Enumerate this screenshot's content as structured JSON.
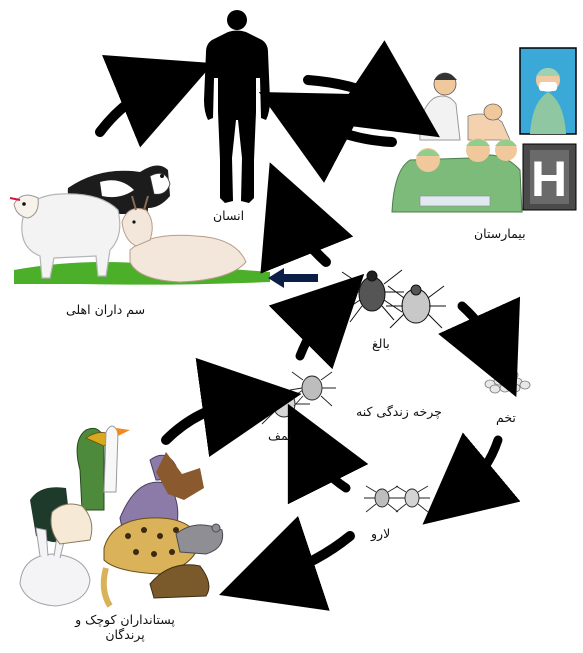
{
  "labels": {
    "human": "انسان",
    "hospital": "بیمارستان",
    "livestock": "سم داران اهلی",
    "adult": "بالغ",
    "egg": "تخم",
    "nymph": "نمف",
    "larva": "لارو",
    "cycle_title": "چرخه زندگی کنه",
    "small_mammals_line1": "پستانداران کوچک و",
    "small_mammals_line2": "پرندگان"
  },
  "icons": {
    "hospital_sign_letter": "H"
  },
  "colors": {
    "arrow": "#000000",
    "feed_arrow": "#0b1e45",
    "grass": "#4caf2a",
    "surgeon_green": "#7dbb7a",
    "hospital_sign": "#4a4a4a",
    "sky_card": "#3aa9d8"
  }
}
